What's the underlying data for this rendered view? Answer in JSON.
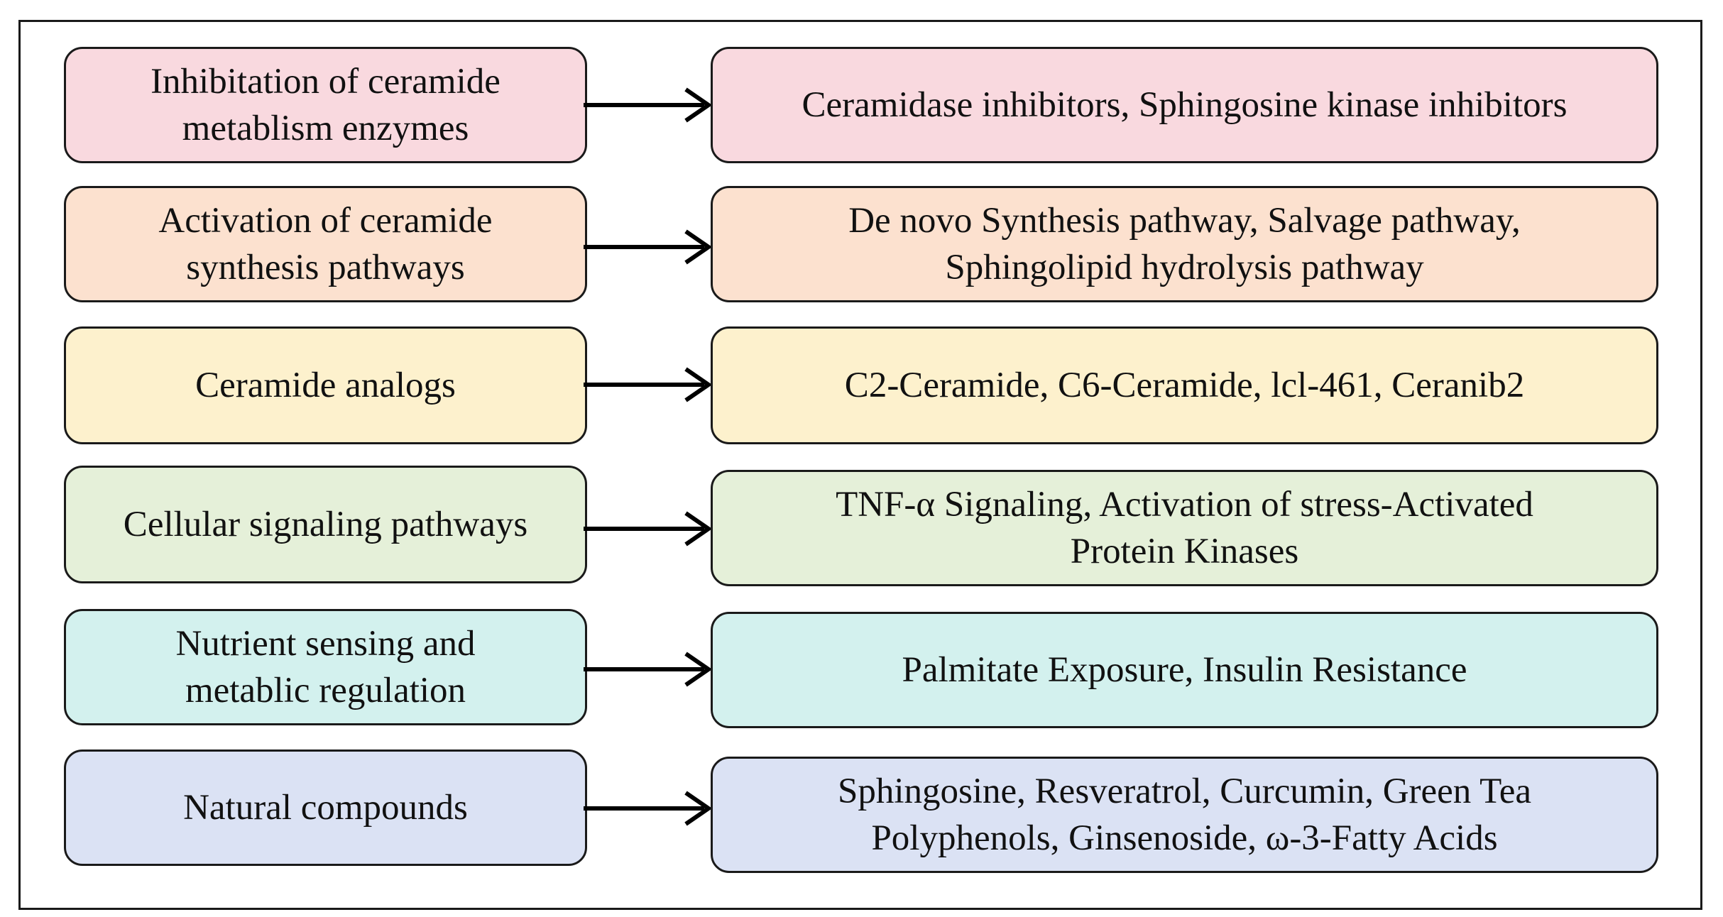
{
  "diagram": {
    "rows": [
      {
        "left": [
          "Inhibitation of ceramide",
          "metablism enzymes"
        ],
        "right": [
          "Ceramidase inhibitors, Sphingosine kinase inhibitors"
        ],
        "fill": "#f9d9df"
      },
      {
        "left": [
          "Activation of ceramide",
          "synthesis pathways"
        ],
        "right": [
          "De novo Synthesis pathway, Salvage pathway,",
          "Sphingolipid hydrolysis pathway"
        ],
        "fill": "#fce1cf"
      },
      {
        "left": [
          "Ceramide analogs"
        ],
        "right": [
          "C2-Ceramide, C6-Ceramide, lcl-461, Ceranib2"
        ],
        "fill": "#fdf1cd"
      },
      {
        "left": [
          "Cellular signaling pathways"
        ],
        "right": [
          "TNF-α Signaling, Activation of stress-Activated",
          "Protein Kinases"
        ],
        "fill": "#e5f0d9"
      },
      {
        "left": [
          "Nutrient sensing and",
          "metablic regulation"
        ],
        "right": [
          "Palmitate Exposure, Insulin Resistance"
        ],
        "fill": "#d3f1ee"
      },
      {
        "left": [
          "Natural compounds"
        ],
        "right": [
          "Sphingosine, Resveratrol, Curcumin, Green Tea",
          "Polyphenols, Ginsenoside, ω-3-Fatty Acids"
        ],
        "fill": "#dbe2f4"
      }
    ]
  }
}
